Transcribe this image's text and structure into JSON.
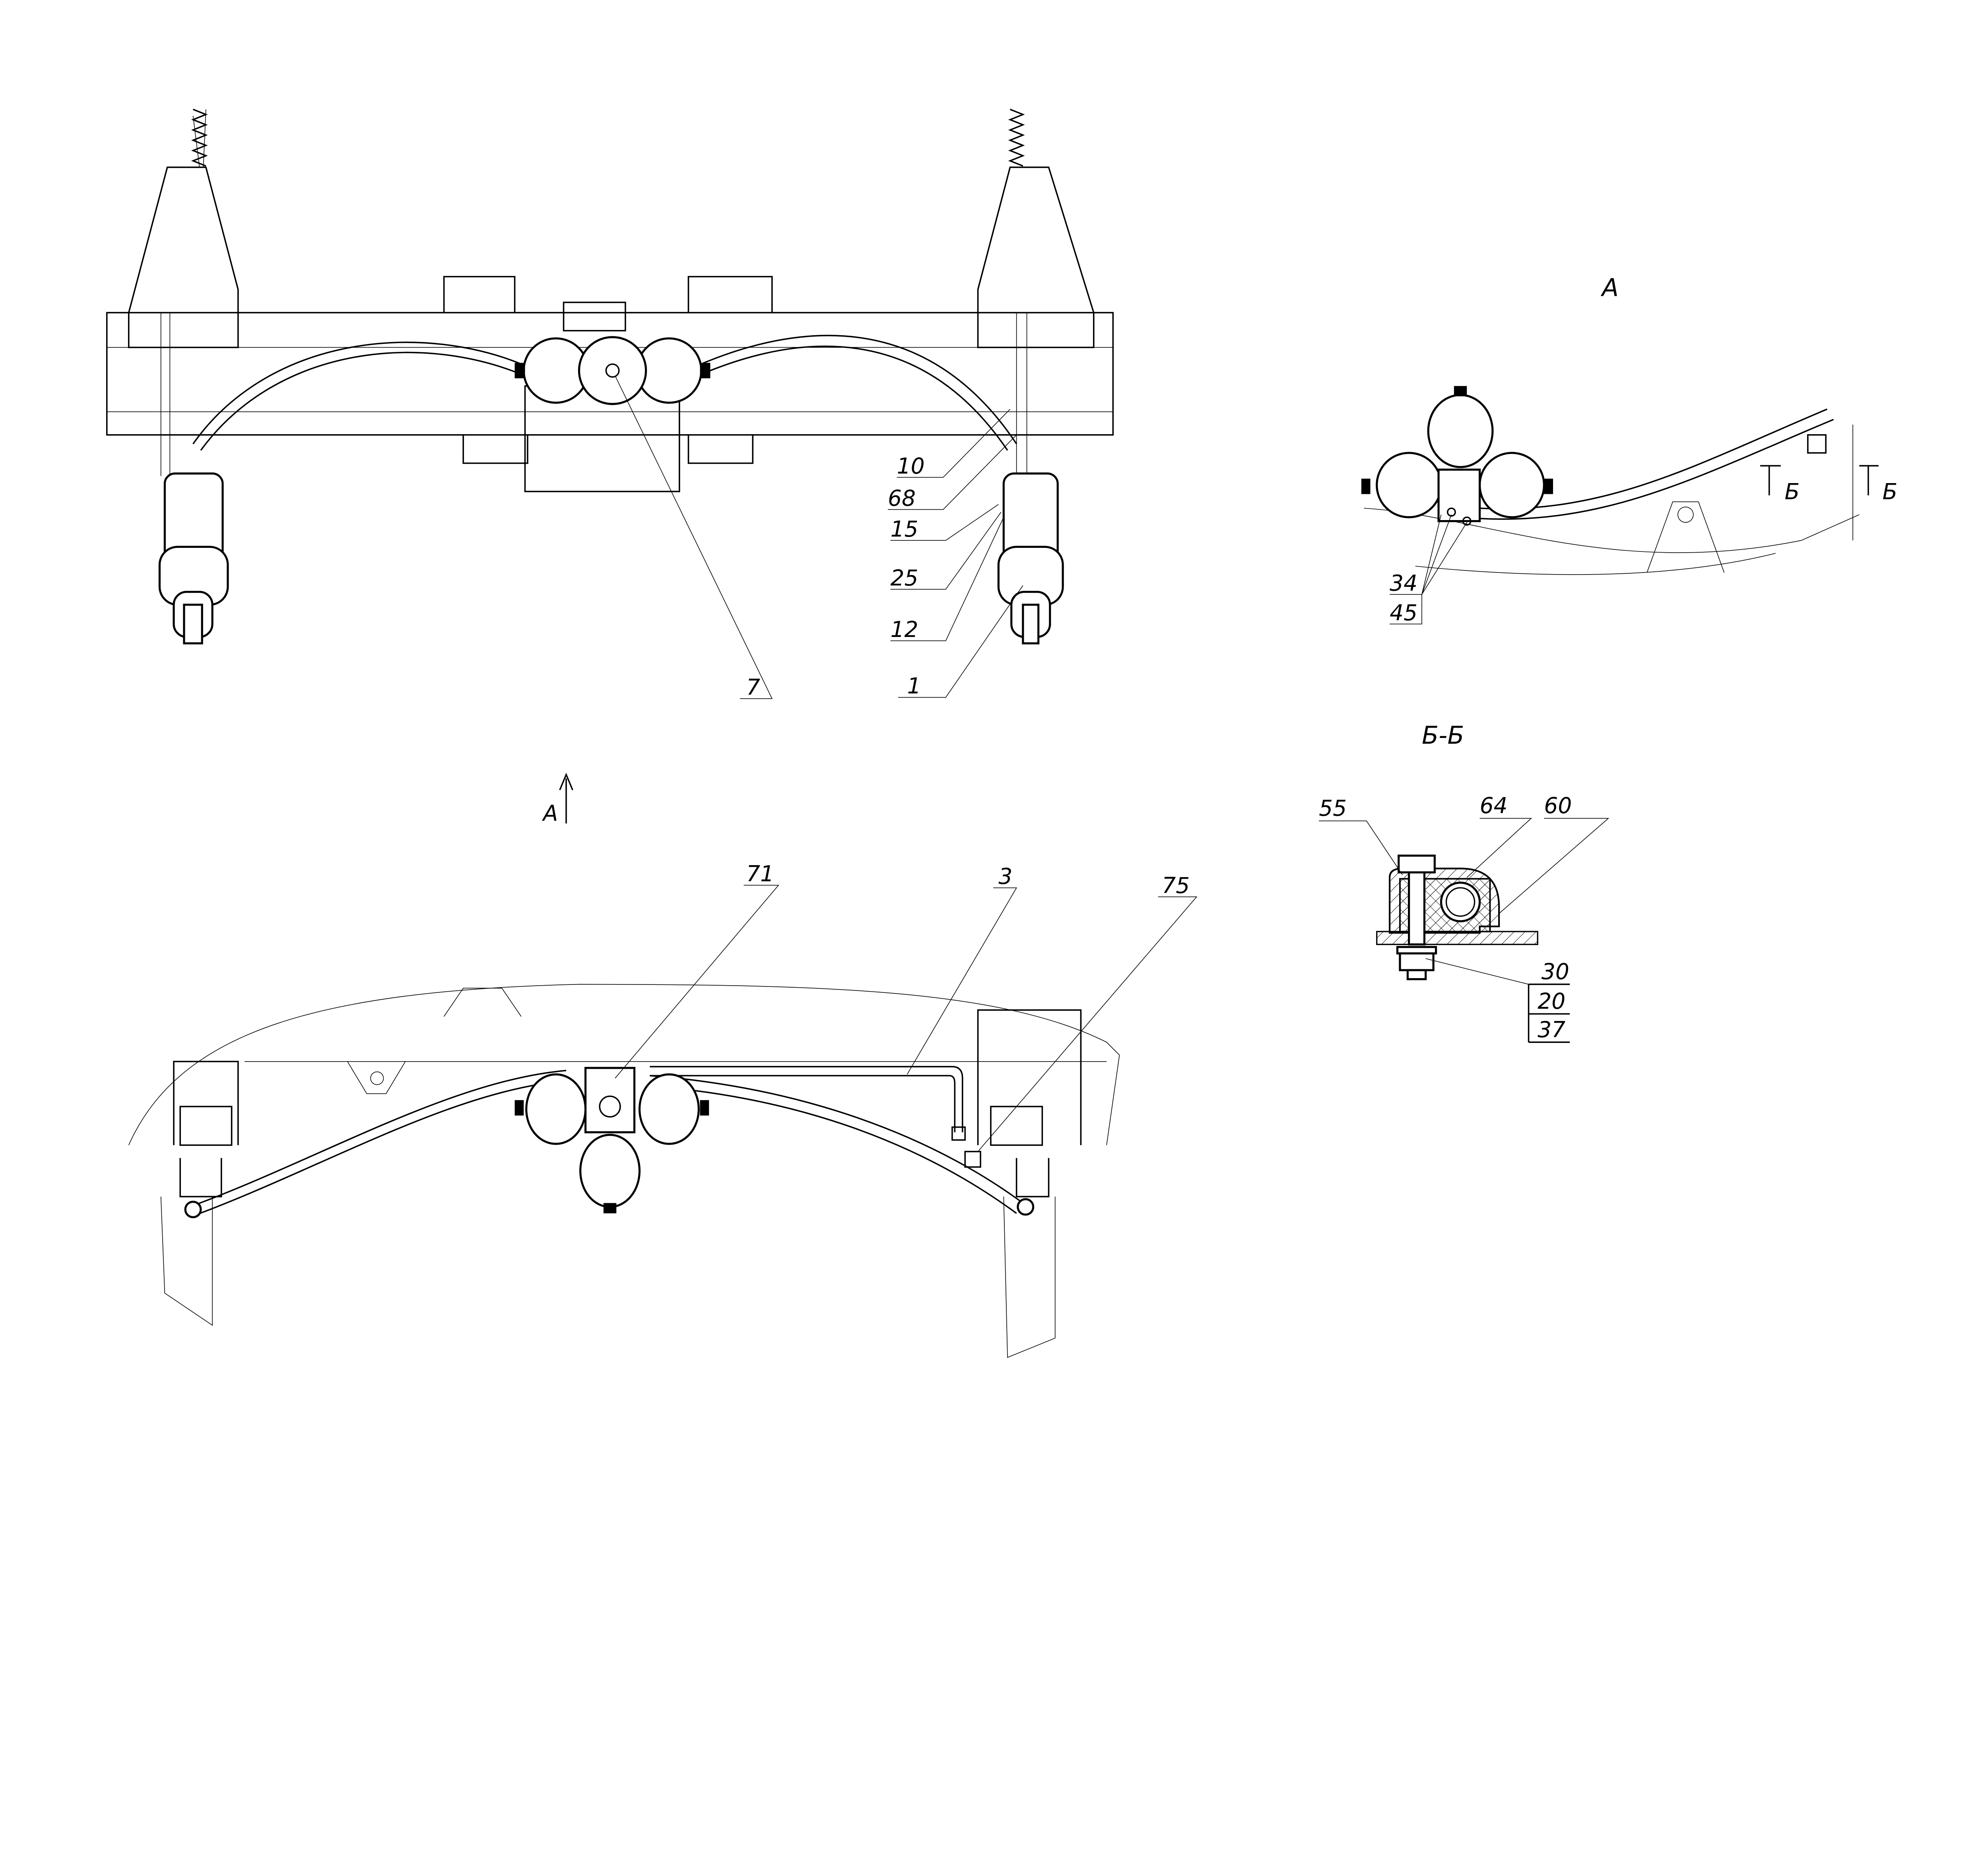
{
  "drawing": {
    "top_view": {
      "callouts": [
        "10",
        "68",
        "15",
        "25",
        "12",
        "1",
        "7"
      ]
    },
    "view_a": {
      "title": "А",
      "callouts": [
        "34",
        "45"
      ],
      "section_marks": [
        "Б",
        "Б"
      ]
    },
    "section_bb": {
      "title": "Б-Б",
      "callouts": [
        "55",
        "64",
        "60",
        "30",
        "20",
        "37"
      ]
    },
    "bottom_view": {
      "view_arrow_label": "А",
      "callouts": [
        "71",
        "3",
        "75"
      ]
    }
  }
}
